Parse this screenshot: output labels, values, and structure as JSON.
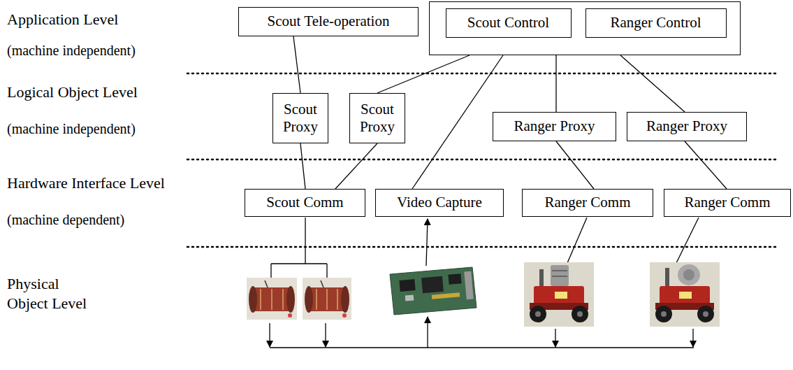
{
  "diagram": {
    "nodes": [
      {
        "text": [
          "Scout Tele-operation"
        ]
      },
      {
        "text": []
      },
      {
        "text": [
          "Scout Control"
        ],
        "in": 1
      },
      {
        "text": [
          "Ranger Control"
        ],
        "in": 1
      },
      {
        "text": [
          "Scout Proxy"
        ]
      },
      {
        "text": [
          "Scout Proxy"
        ]
      },
      {
        "text": [
          "Ranger Proxy"
        ]
      },
      {
        "text": [
          "Ranger Proxy"
        ]
      },
      {
        "text": [
          "Scout Comm"
        ]
      },
      {
        "text": [
          "Video Capture"
        ]
      },
      {
        "text": [
          "Ranger Comm"
        ]
      },
      {
        "text": [
          "Ranger Comm"
        ]
      }
    ],
    "edges": [
      {
        "from": 0,
        "to": 4,
        "arrow": "none"
      },
      {
        "from": 1,
        "to": 5,
        "arrow": "none"
      },
      {
        "from": 1,
        "to": 9,
        "arrow": "none"
      },
      {
        "from": 1,
        "to": 6,
        "arrow": "none"
      },
      {
        "from": 1,
        "to": 7,
        "arrow": "none"
      },
      {
        "from": 4,
        "to": 8,
        "arrow": "none"
      },
      {
        "from": 5,
        "to": 8,
        "arrow": "none"
      },
      {
        "from": 6,
        "to": 10,
        "arrow": "none"
      },
      {
        "from": 7,
        "to": 11,
        "arrow": "none"
      }
    ],
    "labels": [
      "Application Level",
      "(machine independent)",
      "Logical Object Level",
      "(machine independent)",
      "Hardware Interface Level",
      "(machine dependent)",
      "Physical Object Level"
    ]
  }
}
